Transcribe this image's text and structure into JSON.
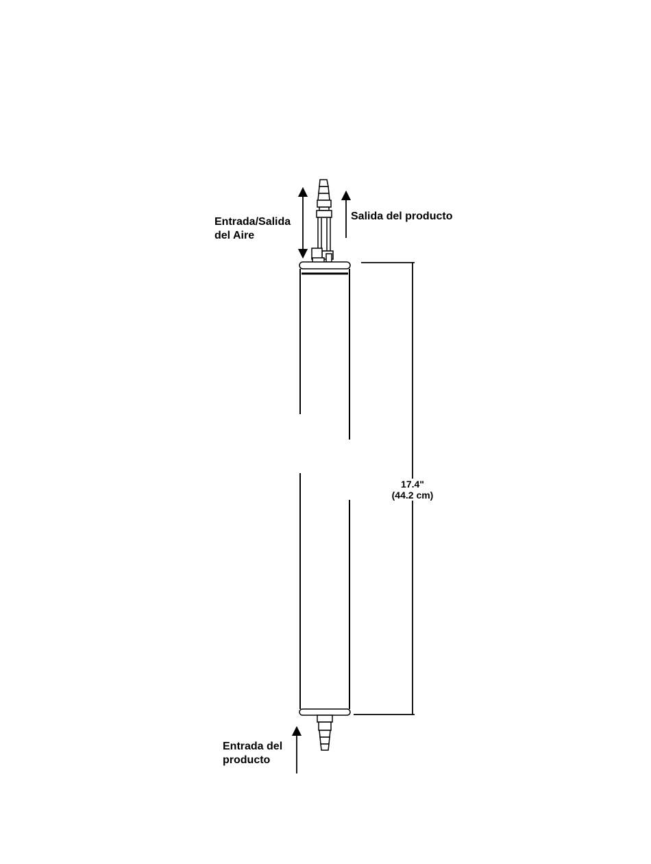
{
  "labels": {
    "air_port": {
      "line1": "Entrada/Salida",
      "line2": "del Aire"
    },
    "product_outlet": "Salida del producto",
    "product_inlet": {
      "line1": "Entrada del",
      "line2": "producto"
    }
  },
  "dimension": {
    "imperial": "17.4\"",
    "metric": "(44.2 cm)"
  },
  "colors": {
    "line": "#000000",
    "background": "#ffffff"
  }
}
